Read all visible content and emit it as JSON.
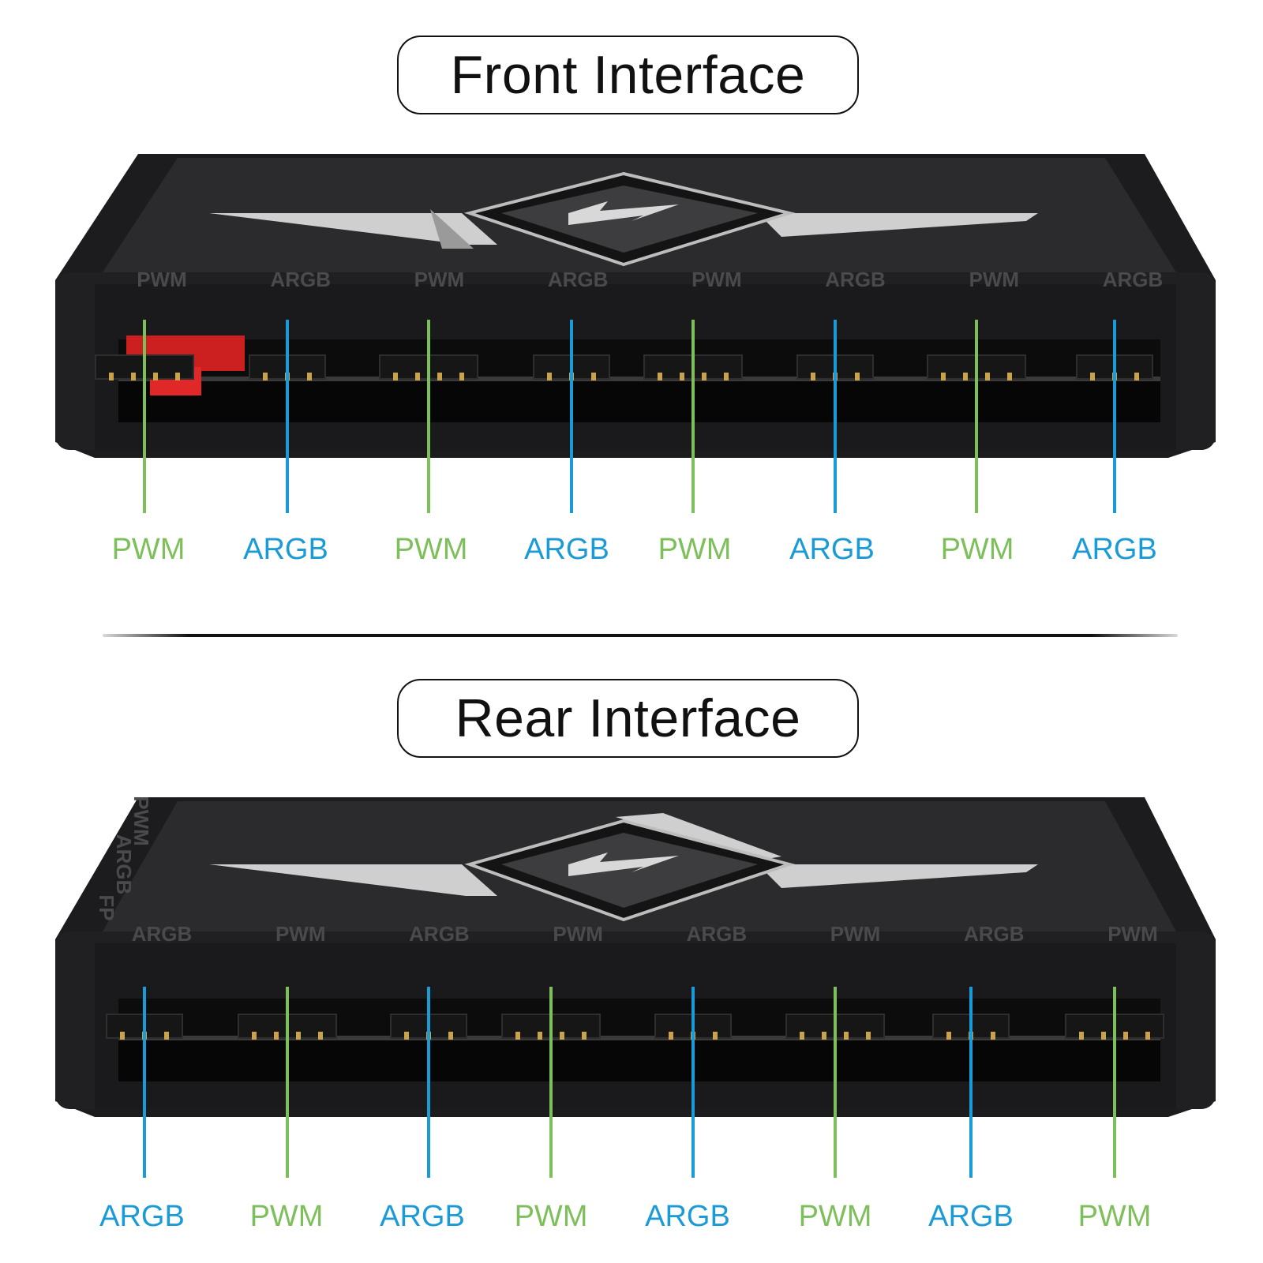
{
  "colors": {
    "pwm": "#7dbf5a",
    "argb": "#1a9ad6",
    "device_body": "#1c1c1e",
    "device_face": "#2b2b2d"
  },
  "front": {
    "title": "Front Interface",
    "ports": [
      {
        "label": "PWM",
        "kind": "pwm"
      },
      {
        "label": "ARGB",
        "kind": "argb"
      },
      {
        "label": "PWM",
        "kind": "pwm"
      },
      {
        "label": "ARGB",
        "kind": "argb"
      },
      {
        "label": "PWM",
        "kind": "pwm"
      },
      {
        "label": "ARGB",
        "kind": "argb"
      },
      {
        "label": "PWM",
        "kind": "pwm"
      },
      {
        "label": "ARGB",
        "kind": "argb"
      }
    ],
    "top_edge_labels": [
      "PWM",
      "ARGB",
      "PWM",
      "ARGB",
      "PWM",
      "ARGB",
      "PWM",
      "ARGB"
    ]
  },
  "rear": {
    "title": "Rear Interface",
    "ports": [
      {
        "label": "ARGB",
        "kind": "argb"
      },
      {
        "label": "PWM",
        "kind": "pwm"
      },
      {
        "label": "ARGB",
        "kind": "argb"
      },
      {
        "label": "PWM",
        "kind": "pwm"
      },
      {
        "label": "ARGB",
        "kind": "argb"
      },
      {
        "label": "PWM",
        "kind": "pwm"
      },
      {
        "label": "ARGB",
        "kind": "argb"
      },
      {
        "label": "PWM",
        "kind": "pwm"
      }
    ],
    "top_edge_labels": [
      "ARGB",
      "PWM",
      "ARGB",
      "PWM",
      "ARGB",
      "PWM",
      "ARGB",
      "PWM"
    ],
    "side_labels": [
      "PWM",
      "ARGB",
      "FP"
    ]
  }
}
